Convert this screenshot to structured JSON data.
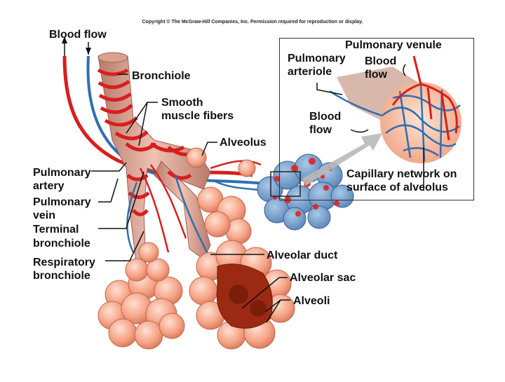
{
  "copyright": "Copyright © The McGraw-Hill Companies, Inc. Permission required for reproduction or display.",
  "labels": {
    "blood_flow_main": "Blood flow",
    "bronchiole": "Bronchiole",
    "smooth_muscle_1": "Smooth",
    "smooth_muscle_2": "muscle fibers",
    "alveolus": "Alveolus",
    "pulmonary_artery_1": "Pulmonary",
    "pulmonary_artery_2": "artery",
    "pulmonary_vein_1": "Pulmonary",
    "pulmonary_vein_2": "vein",
    "terminal_bronchiole_1": "Terminal",
    "terminal_bronchiole_2": "bronchiole",
    "respiratory_bronchiole_1": "Respiratory",
    "respiratory_bronchiole_2": "bronchiole",
    "alveolar_duct": "Alveolar duct",
    "alveolar_sac": "Alveolar sac",
    "alveoli": "Alveoli"
  },
  "inset": {
    "pulmonary_venule": "Pulmonary venule",
    "pulmonary_arteriole_1": "Pulmonary",
    "pulmonary_arteriole_2": "arteriole",
    "blood_flow_top_1": "Blood",
    "blood_flow_top_2": "flow",
    "blood_flow_left_1": "Blood",
    "blood_flow_left_2": "flow",
    "capillary_network_1": "Capillary network on",
    "capillary_network_2": "surface of alveolus"
  },
  "colors": {
    "artery": "#d81e1e",
    "vein": "#2e6fb0",
    "alveolus": "#f7a98a",
    "alveolus_shade": "#e07a5a",
    "bronchiole": "#d99a88",
    "sac_interior": "#9c2a12"
  }
}
